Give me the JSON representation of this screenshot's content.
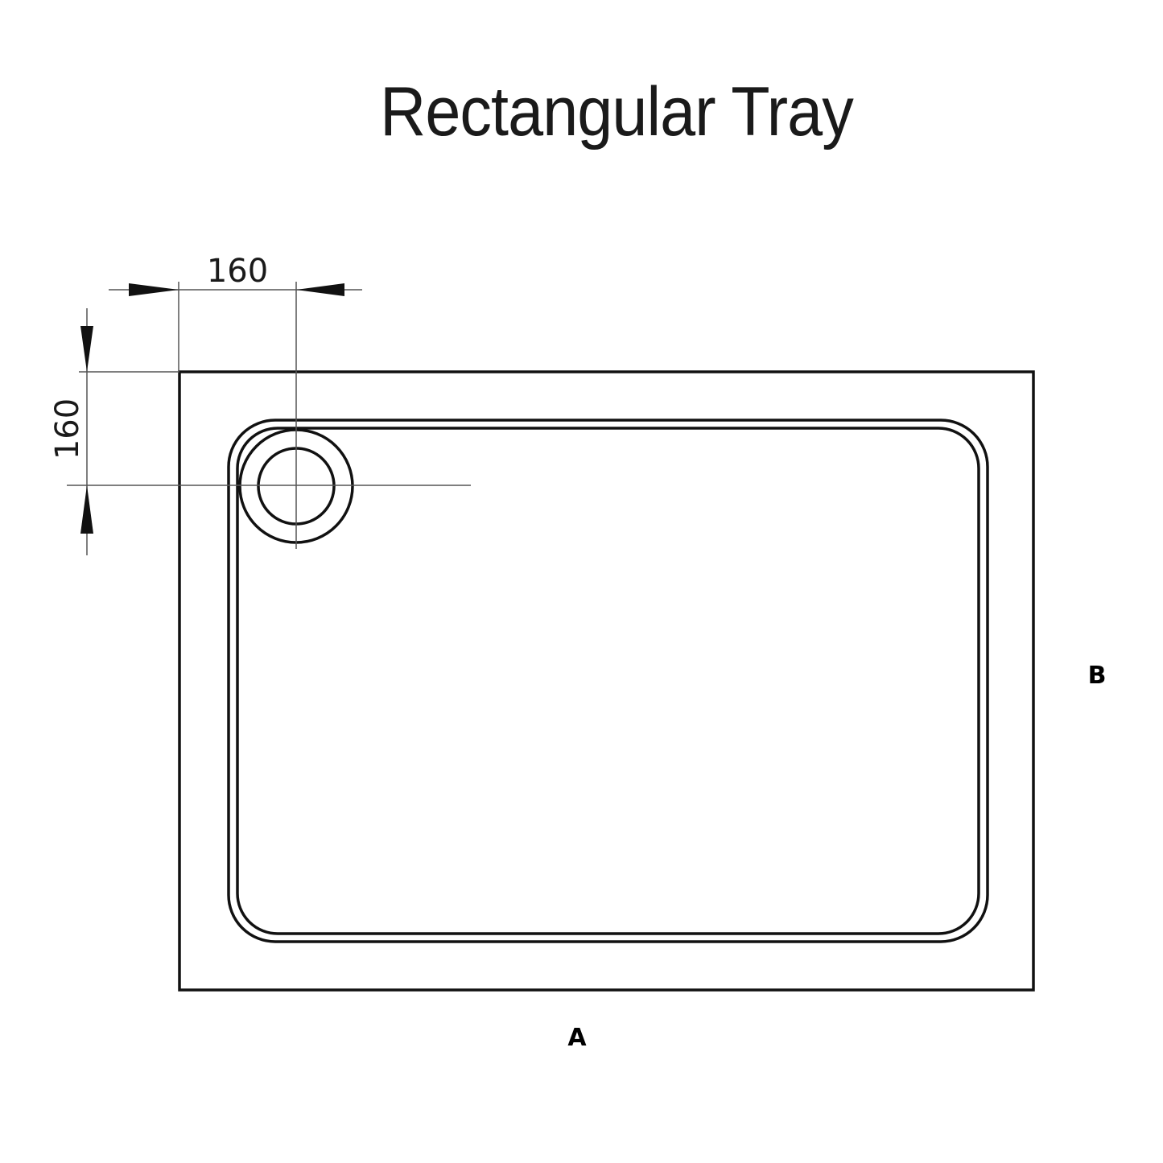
{
  "title": "Rectangular Tray",
  "dimensions": {
    "waste_offset_horizontal": "160",
    "waste_offset_vertical": "160"
  },
  "labels": {
    "width": "A",
    "length": "B"
  },
  "colors": {
    "line": "#111111",
    "dimension_line": "#444444",
    "background": "#ffffff"
  }
}
